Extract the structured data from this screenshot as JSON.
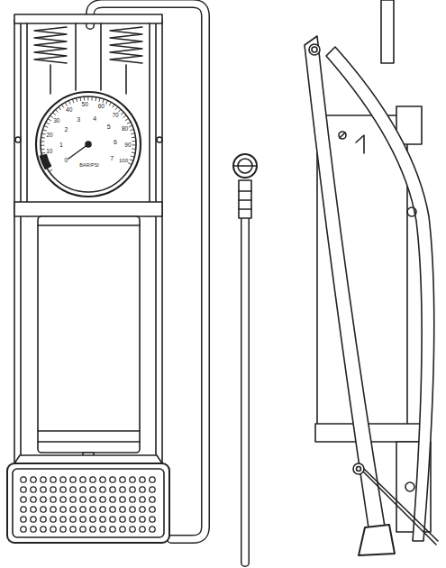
{
  "diagram": {
    "labels": [
      "10",
      "20",
      "30",
      "40",
      "50",
      "60",
      "70",
      "80",
      "90",
      "100",
      "0",
      "1",
      "2",
      "3",
      "4",
      "5",
      "6",
      "7",
      "BAR/PSI"
    ]
  }
}
